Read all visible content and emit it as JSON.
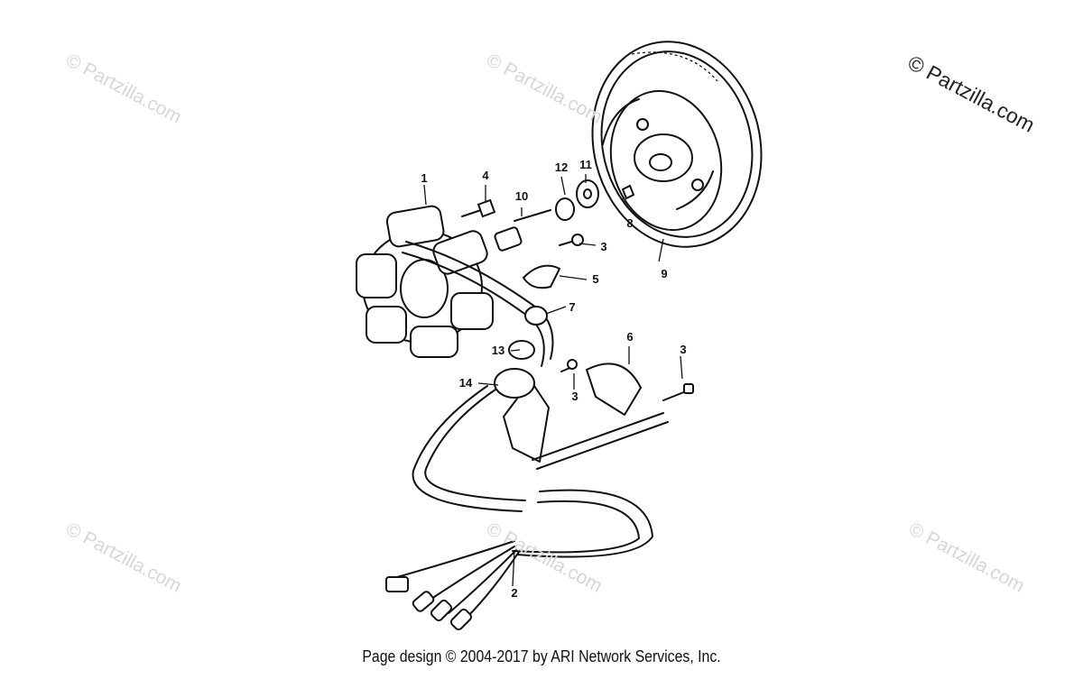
{
  "watermark": {
    "main": "© Partzilla.com",
    "faint": "© Partzilla.com"
  },
  "callouts": [
    "1",
    "2",
    "3",
    "3",
    "3",
    "4",
    "5",
    "6",
    "7",
    "8",
    "9",
    "10",
    "11",
    "12",
    "13",
    "14"
  ],
  "footer": "Page design © 2004-2017 by ARI Network Services, Inc."
}
